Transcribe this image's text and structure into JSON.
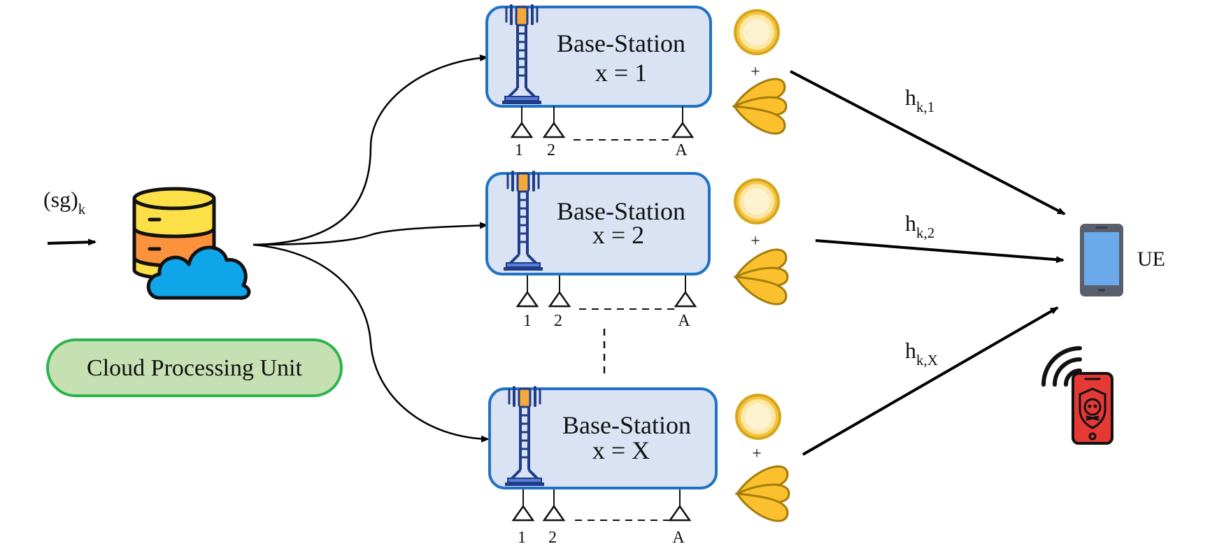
{
  "input_label": {
    "base": "(sg)",
    "sub": "k"
  },
  "cloud_unit": {
    "label": "Cloud Processing Unit",
    "colors": {
      "fill": "#c5e0b3",
      "stroke": "#2eb34c"
    }
  },
  "base_stations": [
    {
      "title": "Base-Station",
      "index_label": "x = 1",
      "antenna_labels": [
        "1",
        "2",
        "A"
      ],
      "channel": {
        "base": "h",
        "sub": "k,1"
      }
    },
    {
      "title": "Base-Station",
      "index_label": "x = 2",
      "antenna_labels": [
        "1",
        "2",
        "A"
      ],
      "channel": {
        "base": "h",
        "sub": "k,2"
      }
    },
    {
      "title": "Base-Station",
      "index_label": "x = X",
      "antenna_labels": [
        "1",
        "2",
        "A"
      ],
      "channel": {
        "base": "h",
        "sub": "k,X"
      }
    }
  ],
  "combiner_symbol": "+",
  "ue_label": "UE",
  "icons": {
    "database": "database-cloud-icon",
    "tower": "cell-tower-icon",
    "coin": "coin-icon",
    "beam": "beam-pattern-icon",
    "phone": "smartphone-icon",
    "attacker": "malicious-phone-icon",
    "wifi": "wireless-signal-icon"
  },
  "colors": {
    "bs_fill": "#dae3f3",
    "bs_stroke": "#1f73c5",
    "tower_blue": "#1f3c88",
    "tower_orange": "#f4a93c",
    "coin_fill": "#fbe7a6",
    "coin_ring": "#d6a51a",
    "beam_fill": "#fbc02d",
    "db_yellow": "#fde047",
    "db_orange": "#fb923c",
    "cloud_blue": "#0ea5e9",
    "phone_screen": "#6aaaea",
    "phone_body": "#5a5f6e",
    "attacker_red": "#e53935"
  }
}
